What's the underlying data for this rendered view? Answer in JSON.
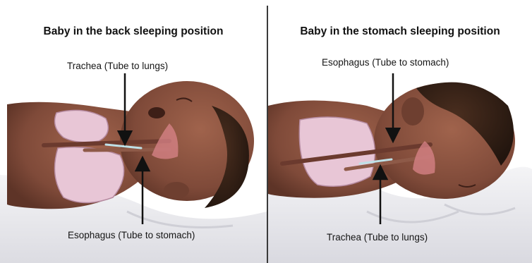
{
  "panels": [
    {
      "title": "Baby in the back sleeping position",
      "label_top": "Trachea (Tube to lungs)",
      "label_bottom": "Esophagus (Tube to stomach)"
    },
    {
      "title": "Baby in the stomach sleeping position",
      "label_top": "Esophagus (Tube to stomach)",
      "label_bottom": "Trachea (Tube to lungs)"
    }
  ],
  "colors": {
    "skin": "#8a5240",
    "skin_shadow": "#5e3427",
    "hair": "#3a2418",
    "lung": "#e8c6d6",
    "lung_outline": "#b58aa0",
    "trachea": "#6b3a2e",
    "sheet": "#eaeaee",
    "arrow": "#111111"
  }
}
